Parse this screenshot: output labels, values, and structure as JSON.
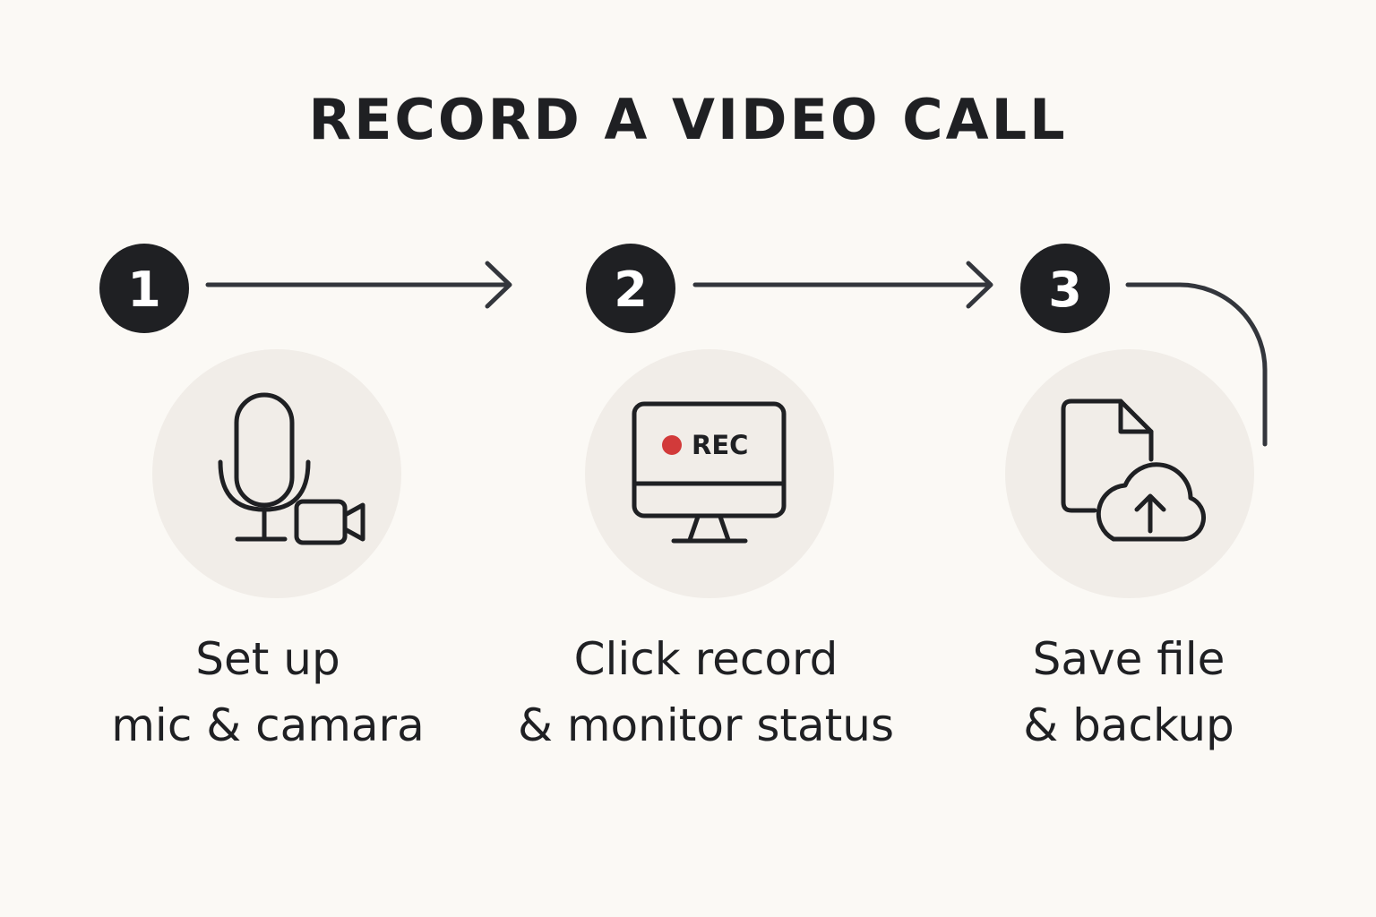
{
  "title": "RECORD A VIDEO CALL",
  "colors": {
    "background": "#fbf9f5",
    "ink": "#1f2023",
    "icon_circle": "#f1ede8",
    "connector": "#33363c",
    "rec_dot": "#d23a3a"
  },
  "steps": [
    {
      "number": "1",
      "icon": "microphone-and-camera-icon",
      "label_line1": "Set up",
      "label_line2": "mic & camara"
    },
    {
      "number": "2",
      "icon": "monitor-recording-icon",
      "screen_text": "REC",
      "label_line1": "Click record",
      "label_line2": "& monitor status"
    },
    {
      "number": "3",
      "icon": "file-cloud-upload-icon",
      "label_line1": "Save file",
      "label_line2": "& backup"
    }
  ]
}
